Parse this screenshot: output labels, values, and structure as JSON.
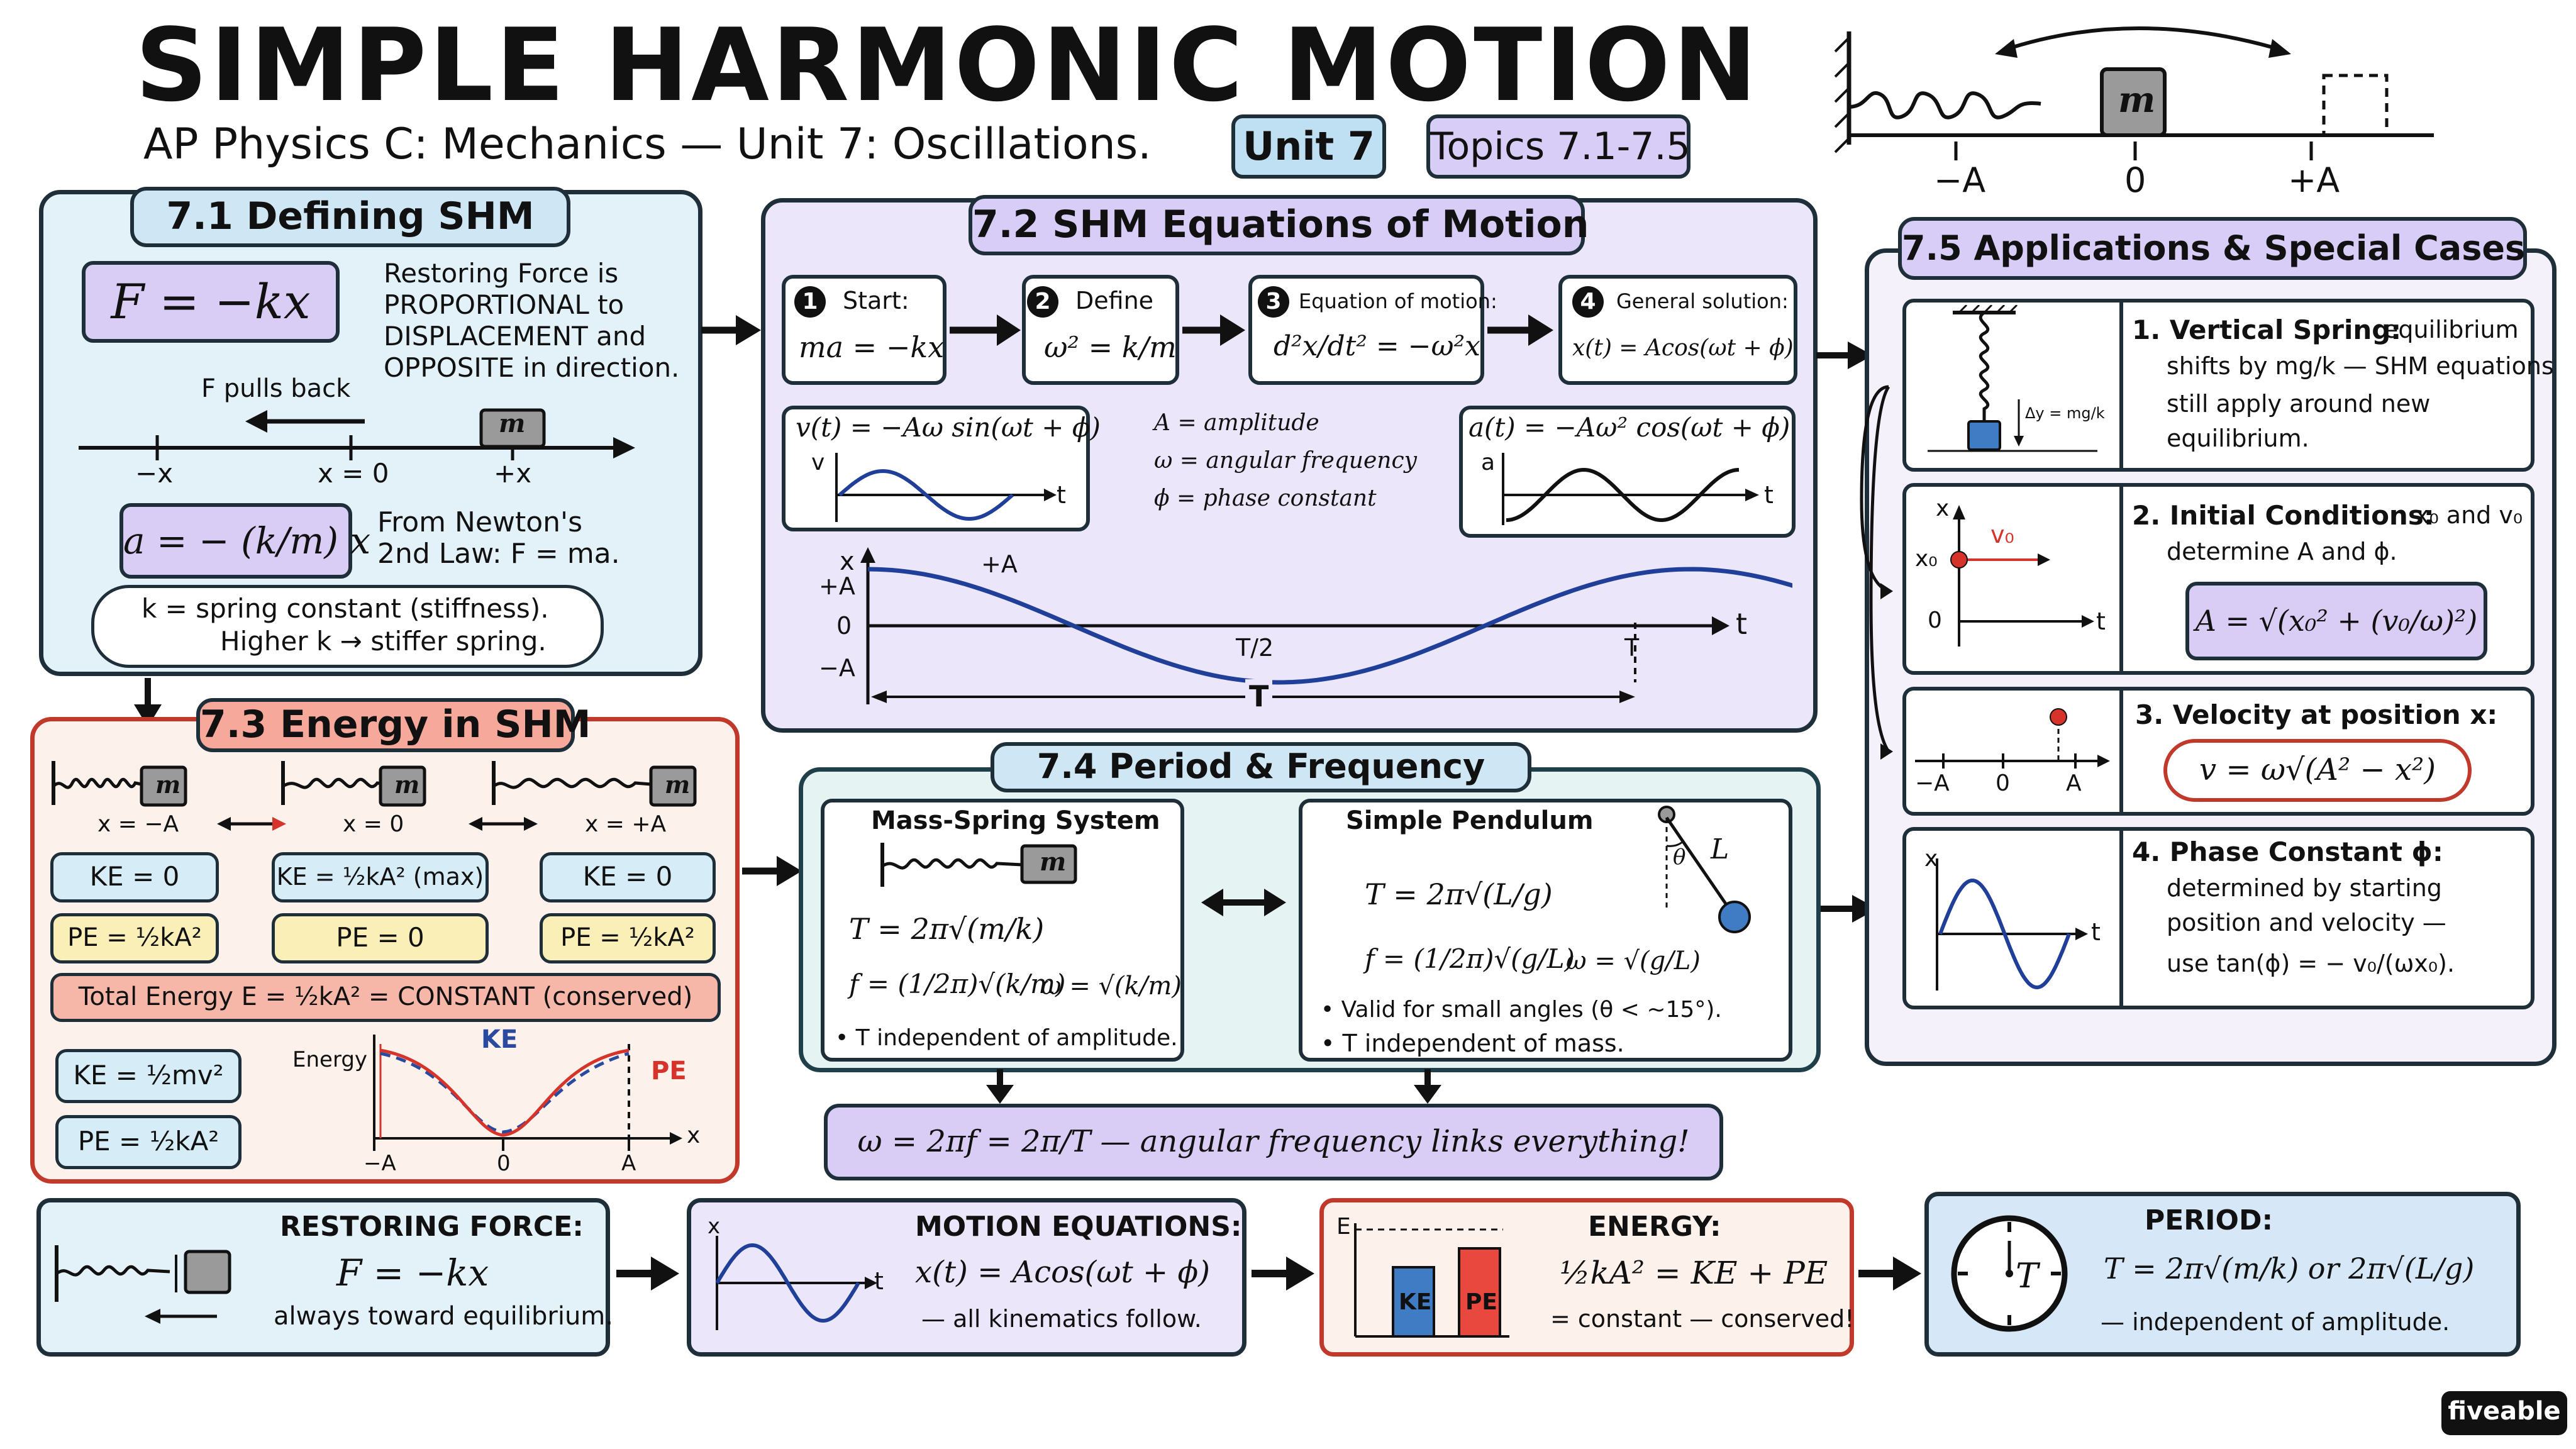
{
  "header": {
    "title": "SIMPLE HARMONIC MOTION",
    "subtitle": "AP Physics C: Mechanics — Unit 7: Oscillations.",
    "badge_unit": "Unit 7",
    "badge_topics": "Topics 7.1-7.5"
  },
  "top_spring": {
    "mass": "m",
    "labels": [
      "−A",
      "0",
      "+A"
    ]
  },
  "s71": {
    "title": "7.1 Defining SHM",
    "force_eq": "F = −kx",
    "force_text": [
      "Restoring Force is",
      "PROPORTIONAL to",
      "DISPLACEMENT and",
      "OPPOSITE in direction."
    ],
    "pulls_back": "F pulls back",
    "mass": "m",
    "axis_labels": [
      "−x",
      "x = 0",
      "+x"
    ],
    "accel_eq": "a = − (k/m) x",
    "newton": [
      "From Newton's",
      "2nd Law: F = ma."
    ],
    "note": [
      "k = spring constant (stiffness).",
      "Higher k → stiffer spring."
    ]
  },
  "s72": {
    "title": "7.2 SHM Equations of Motion",
    "steps": [
      {
        "num": "1",
        "label": "Start:",
        "eq": "ma = −kx"
      },
      {
        "num": "2",
        "label": "Define",
        "eq": "ω² = k/m"
      },
      {
        "num": "3",
        "label": "Equation of motion:",
        "eq": "d²x/dt² = −ω²x"
      },
      {
        "num": "4",
        "label": "General solution:",
        "eq": "x(t) = Acos(ωt + ϕ)"
      }
    ],
    "velocity_eq": "v(t) = −Aω sin(ωt + ϕ)",
    "accel_eq": "a(t) = −Aω² cos(ωt + ϕ)",
    "defs": [
      "A = amplitude",
      "ω = angular frequency",
      "ϕ = phase constant"
    ],
    "graph": {
      "x_axis": "x",
      "t_axis": "t",
      "y_ticks": [
        "+A",
        "0",
        "−A"
      ],
      "peak": "+A",
      "half_period": "T/2",
      "period": "T",
      "period_arrow": "T",
      "v_axis": "v",
      "a_axis": "a"
    }
  },
  "s73": {
    "title": "7.3 Energy in SHM",
    "positions": [
      "x = −A",
      "x = 0",
      "x = +A"
    ],
    "mass": "m",
    "ke": [
      "KE = 0",
      "KE = ½kA² (max)",
      "KE = 0"
    ],
    "pe": [
      "PE = ½kA²",
      "PE = 0",
      "PE = ½kA²"
    ],
    "total": "Total Energy E = ½kA² = CONSTANT (conserved)",
    "ke_formula": "KE = ½mv²",
    "pe_formula": "PE = ½kA²",
    "graph": {
      "y_label": "Energy",
      "ke": "KE",
      "pe": "PE",
      "x_axis": "x",
      "ticks": [
        "−A",
        "0",
        "A"
      ]
    }
  },
  "s74": {
    "title": "7.4 Period & Frequency",
    "spring": {
      "title": "Mass-Spring System",
      "mass": "m",
      "T": "T = 2π√(m/k)",
      "f": "f = (1/2π)√(k/m)",
      "w": "ω = √(k/m)",
      "note": "• T independent of amplitude."
    },
    "pendulum": {
      "title": "Simple Pendulum",
      "L": "L",
      "theta": "θ",
      "T": "T = 2π√(L/g)",
      "f": "f = (1/2π)√(g/L)",
      "w": "ω = √(g/L)",
      "notes": [
        "• Valid for small angles (θ < ~15°).",
        "• T independent of mass."
      ]
    },
    "omega_link": "ω = 2πf = 2π/T — angular frequency links everything!"
  },
  "s75": {
    "title": "7.5 Applications & Special Cases",
    "items": [
      {
        "heading": "1. Vertical Spring:",
        "text": [
          "equilibrium",
          "shifts by mg/k — SHM equations",
          "still apply around new",
          "equilibrium."
        ],
        "dy": "Δy = mg/k"
      },
      {
        "heading": "2. Initial Conditions:",
        "text": [
          "x₀ and v₀",
          "determine A and ϕ."
        ],
        "eq": "A = √(x₀² + (v₀/ω)²)",
        "labels": [
          "x",
          "v₀",
          "x₀",
          "0",
          "t"
        ]
      },
      {
        "heading": "3. Velocity at position x:",
        "eq": "v = ω√(A² − x²)",
        "ticks": [
          "−A",
          "0",
          "A"
        ]
      },
      {
        "heading": "4. Phase Constant ϕ:",
        "text": [
          "determined by starting",
          "position and velocity —",
          "use tan(ϕ) = − v₀/(ωx₀)."
        ],
        "labels": [
          "x",
          "t"
        ]
      }
    ]
  },
  "summary": [
    {
      "title": "RESTORING FORCE:",
      "eq": "F = −kx",
      "text": "always toward equilibrium."
    },
    {
      "title": "MOTION EQUATIONS:",
      "eq": "x(t) = Acos(ωt + ϕ)",
      "text": "— all kinematics follow.",
      "labels": [
        "x",
        "t"
      ]
    },
    {
      "title": "ENERGY:",
      "eq": "½kA² = KE + PE",
      "text": "= constant — conserved!",
      "bars": [
        "KE",
        "PE"
      ],
      "axis": "E"
    },
    {
      "title": "PERIOD:",
      "eq": "T = 2π√(m/k)  or  2π√(L/g)",
      "text": "— independent of amplitude.",
      "clock": "T"
    }
  ],
  "brand": "fiveable",
  "colors": {
    "blue": "#d6ecf7",
    "purple": "#e4dcf8",
    "red": "#f9dcd6",
    "yellow": "#fbefb8",
    "sine": "#1f3f99",
    "ke": "#2a4aa0",
    "pe": "#d6332a"
  }
}
